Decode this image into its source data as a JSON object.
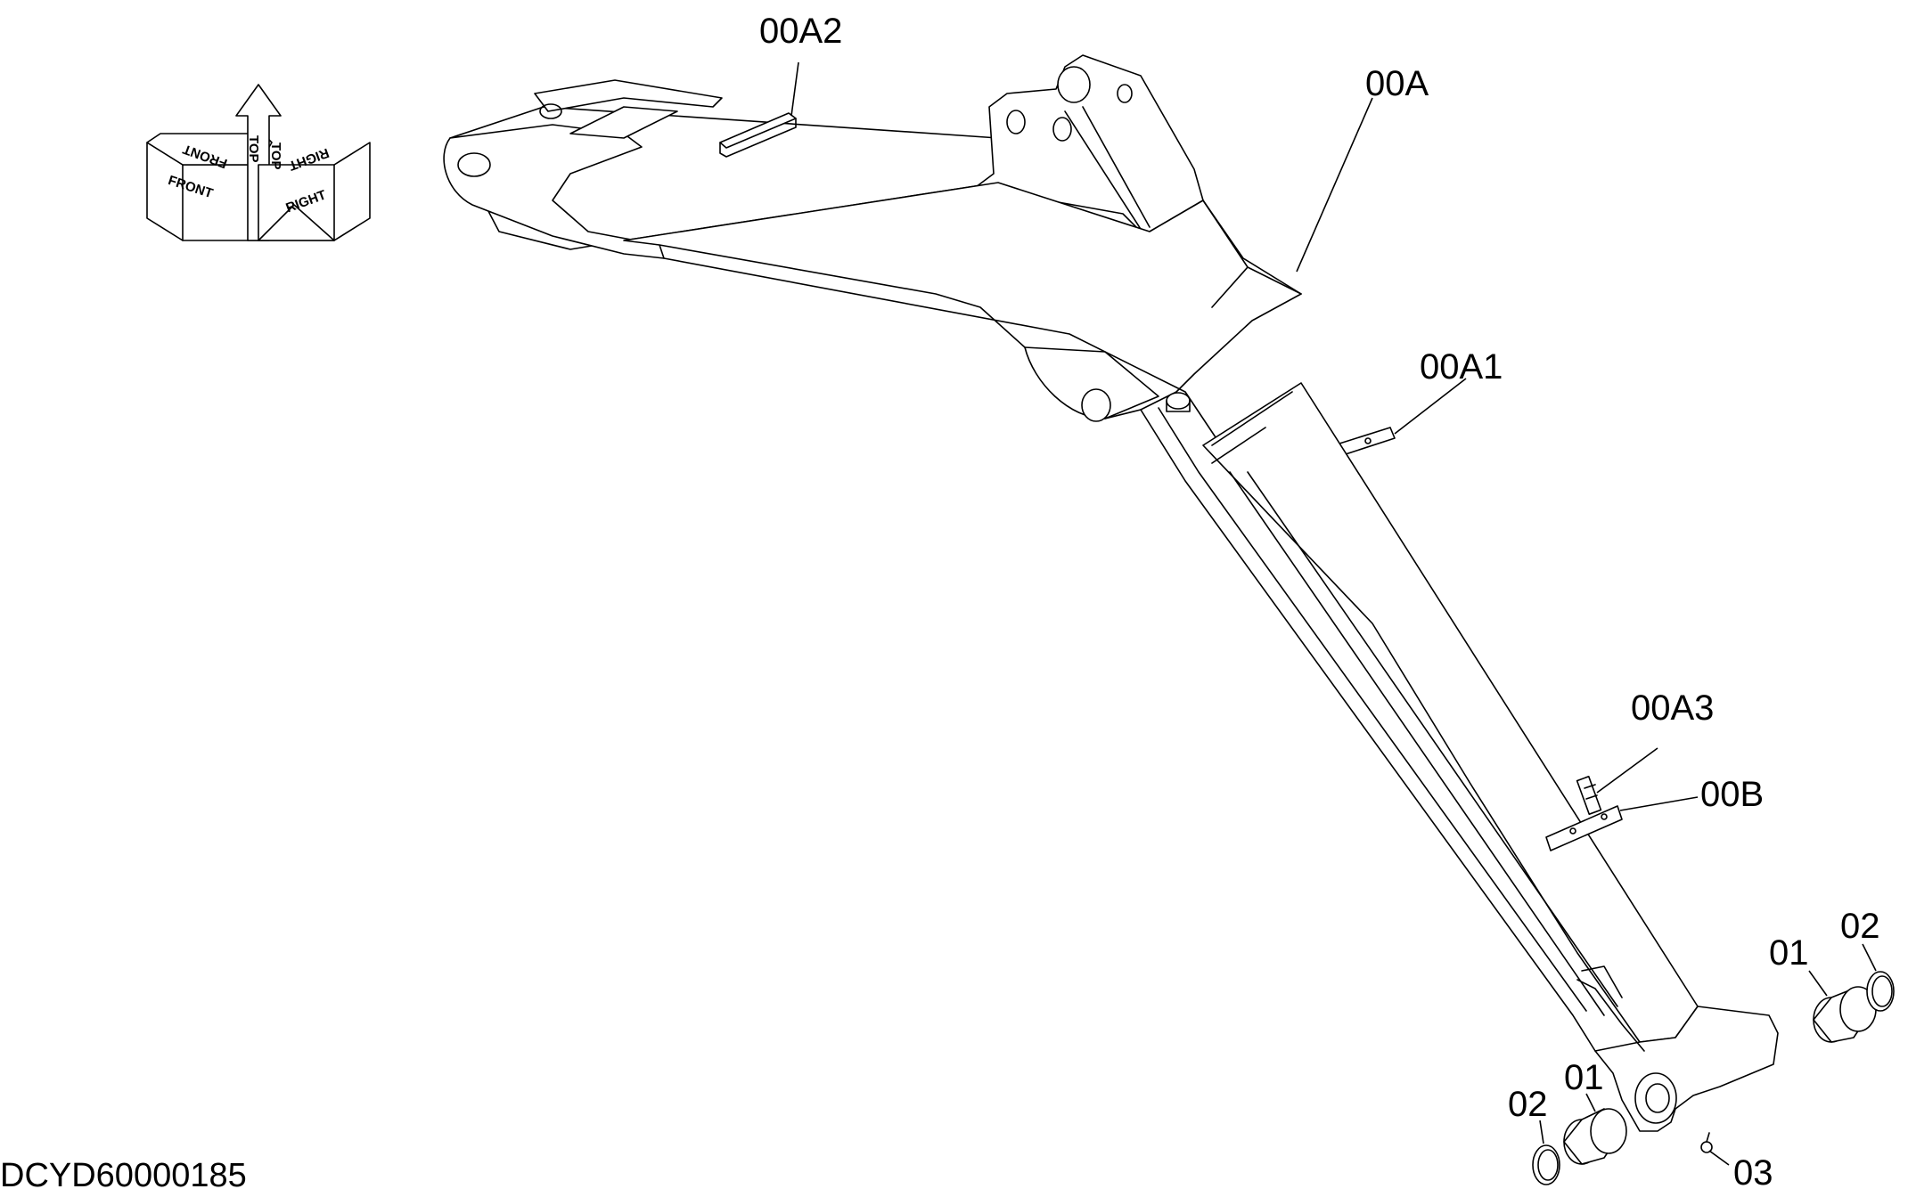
{
  "callouts": {
    "c00A2": "00A2",
    "c00A": "00A",
    "c00A1": "00A1",
    "c00A3": "00A3",
    "c00B": "00B",
    "c01_right": "01",
    "c02_right": "02",
    "c01_left": "01",
    "c02_left": "02",
    "c03": "03"
  },
  "orientation": {
    "front": "FRONT",
    "top": "TOP",
    "right": "RIGHT"
  },
  "drawing_code": "DCYD60000185"
}
